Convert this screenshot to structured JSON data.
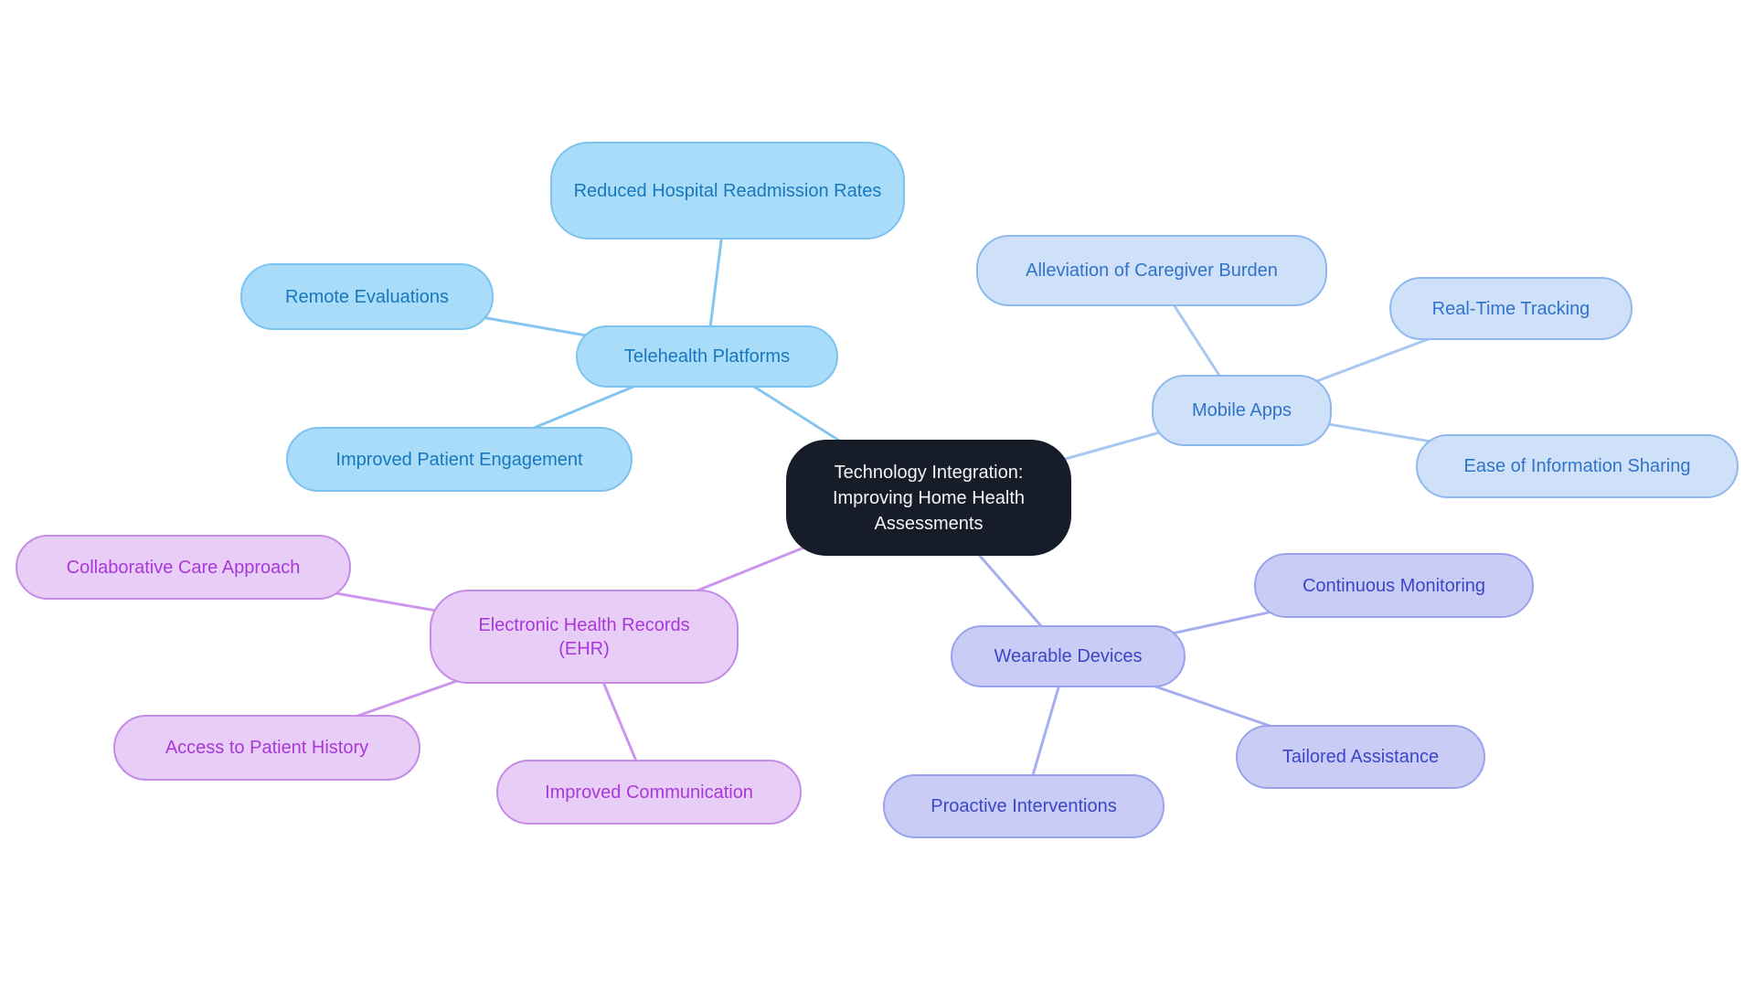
{
  "diagram": {
    "type": "mindmap",
    "background_color": "#ffffff"
  },
  "central": {
    "label": "Technology Integration: Improving Home Health Assessments",
    "colors": {
      "fill": "#161d29",
      "text": "#f2f4f6"
    }
  },
  "branches": [
    {
      "label": "Telehealth Platforms",
      "colors": {
        "fill": "#a9dcf9",
        "border": "#7cc3ef",
        "text": "#1878bd",
        "edge": "#85c6f0"
      },
      "children": [
        {
          "label": "Reduced Hospital Readmission Rates"
        },
        {
          "label": "Remote Evaluations"
        },
        {
          "label": "Improved Patient Engagement"
        }
      ]
    },
    {
      "label": "Mobile Apps",
      "colors": {
        "fill": "#cfe1f8",
        "border": "#8fb9ee",
        "text": "#3173cb",
        "edge": "#a9c7f3"
      },
      "children": [
        {
          "label": "Alleviation of Caregiver Burden"
        },
        {
          "label": "Real-Time Tracking"
        },
        {
          "label": "Ease of Information Sharing"
        }
      ]
    },
    {
      "label": "Electronic Health Records (EHR)",
      "colors": {
        "fill": "#e8cdf7",
        "border": "#c48be7",
        "text": "#a838d8",
        "edge": "#cb96ec"
      },
      "children": [
        {
          "label": "Collaborative Care Approach"
        },
        {
          "label": "Access to Patient History"
        },
        {
          "label": "Improved Communication"
        }
      ]
    },
    {
      "label": "Wearable Devices",
      "colors": {
        "fill": "#c9cdf5",
        "border": "#99a2ec",
        "text": "#3c46c6",
        "edge": "#a6aeef"
      },
      "children": [
        {
          "label": "Continuous Monitoring"
        },
        {
          "label": "Tailored Assistance"
        },
        {
          "label": "Proactive Interventions"
        }
      ]
    }
  ]
}
